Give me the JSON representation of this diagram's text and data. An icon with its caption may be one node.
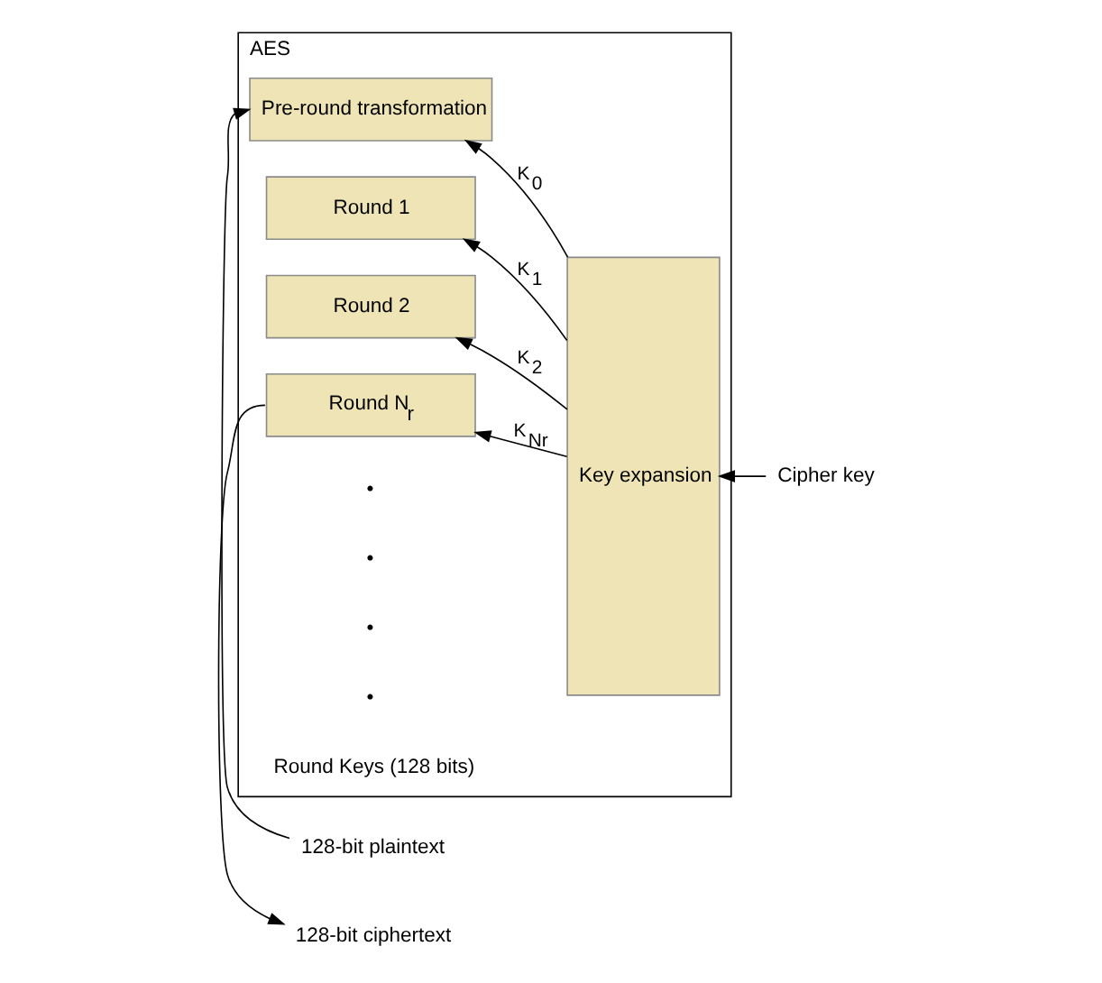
{
  "diagram": {
    "nodes": [
      {
        "text": [
          "AES"
        ]
      },
      {
        "text": [
          "128-bit plaintext"
        ]
      },
      {
        "text": [
          "Pre-round transformation"
        ],
        "in": 0
      },
      {
        "text": [
          "Round 1"
        ],
        "in": 0
      },
      {
        "text": [
          "Round 2"
        ],
        "in": 0
      },
      {
        "text": [
          "Round N$_{r}$"
        ],
        "in": 0
      },
      {
        "text": [
          "Key expansion"
        ],
        "in": 0
      },
      {
        "text": [
          "Cipher key"
        ]
      },
      {
        "text": [
          "128-bit ciphertext"
        ]
      }
    ],
    "edges": [
      {
        "from": 1,
        "to": 2,
        "arrow": "to"
      },
      {
        "from": 7,
        "to": 6,
        "arrow": "to"
      },
      {
        "from": 6,
        "to": 2,
        "arrow": "to",
        "label": "K$_{0}$"
      },
      {
        "from": 6,
        "to": 3,
        "arrow": "to",
        "label": "K$_{1}$"
      },
      {
        "from": 6,
        "to": 4,
        "arrow": "to",
        "label": "K$_{2}$"
      },
      {
        "from": 6,
        "to": 5,
        "arrow": "to",
        "label": "K$_{Nr}$"
      },
      {
        "from": 5,
        "to": 8,
        "arrow": "to"
      }
    ],
    "labels": [
      "Round Keys (128 bits)",
      "•",
      "•",
      "•",
      "•"
    ]
  }
}
